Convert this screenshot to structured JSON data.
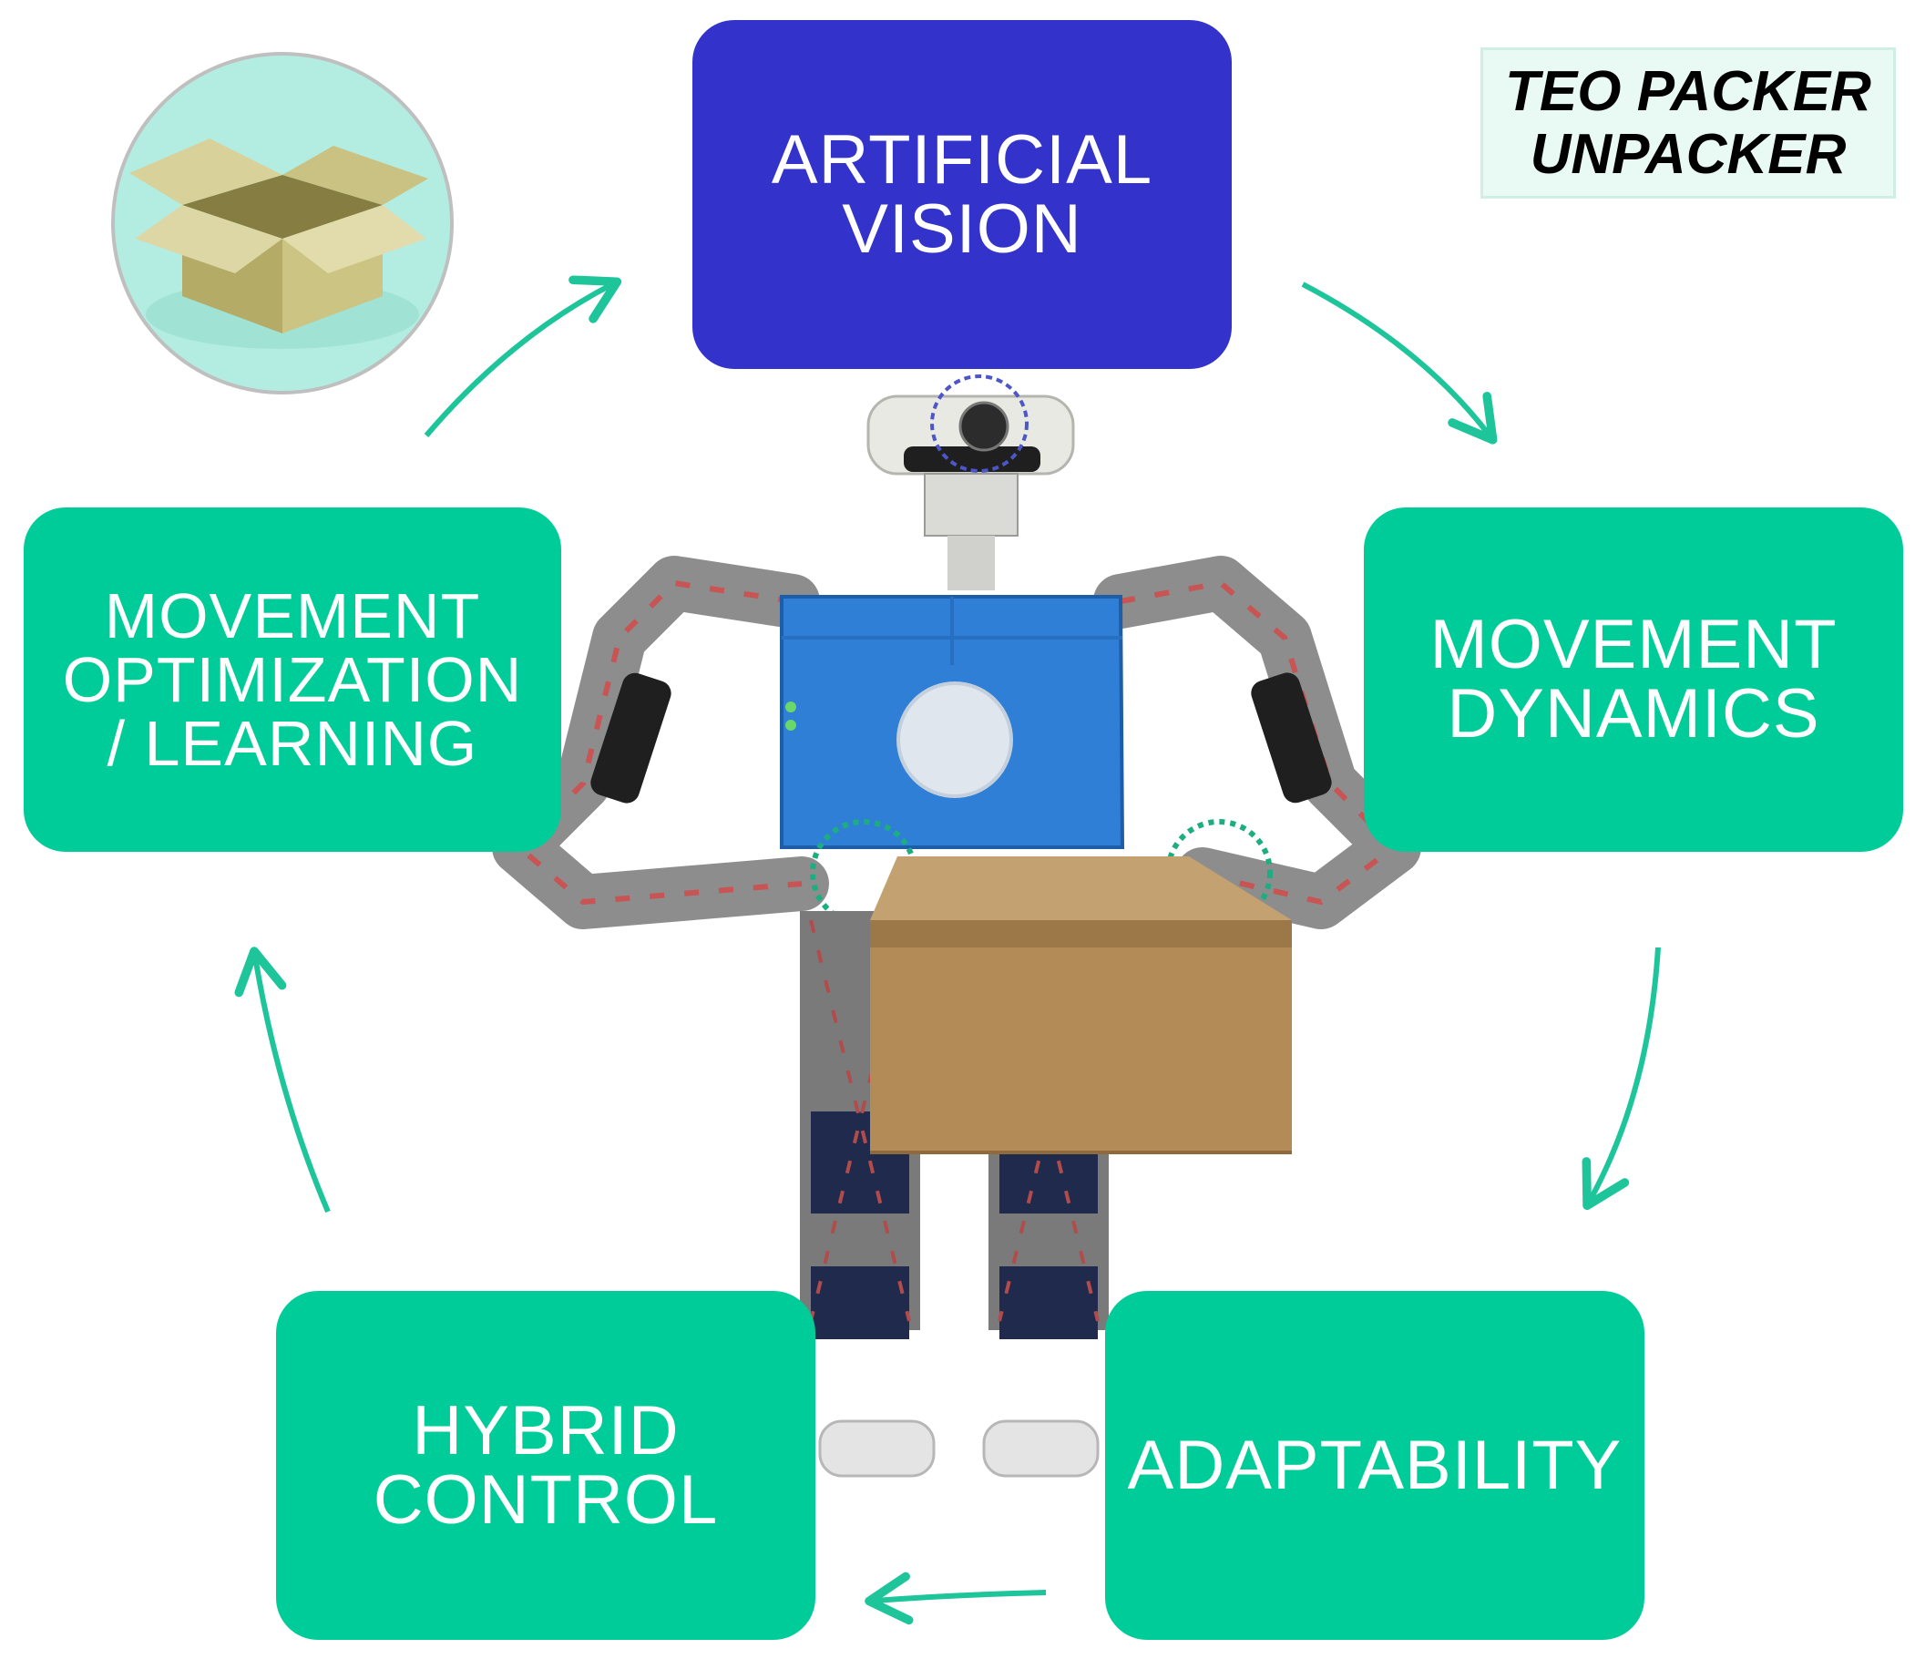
{
  "title": {
    "line1": "TEO PACKER",
    "line2": "UNPACKER"
  },
  "nodes": {
    "artificial_vision": {
      "line1": "ARTIFICIAL",
      "line2": "VISION"
    },
    "movement_dynamics": {
      "line1": "MOVEMENT",
      "line2": "DYNAMICS"
    },
    "adaptability": {
      "line1": "ADAPTABILITY"
    },
    "hybrid_control": {
      "line1": "HYBRID",
      "line2": "CONTROL"
    },
    "movement_optimization": {
      "line1": "MOVEMENT",
      "line2": "OPTIMIZATION",
      "line3": "/ LEARNING"
    }
  },
  "colors": {
    "vision_box": "#3333cc",
    "teal_box": "#00cc99",
    "arrow": "#1ec49a",
    "title_bg": "#e9faf4"
  },
  "icons": {
    "box": "open-cardboard-box-icon",
    "robot": "humanoid-robot-teo"
  }
}
